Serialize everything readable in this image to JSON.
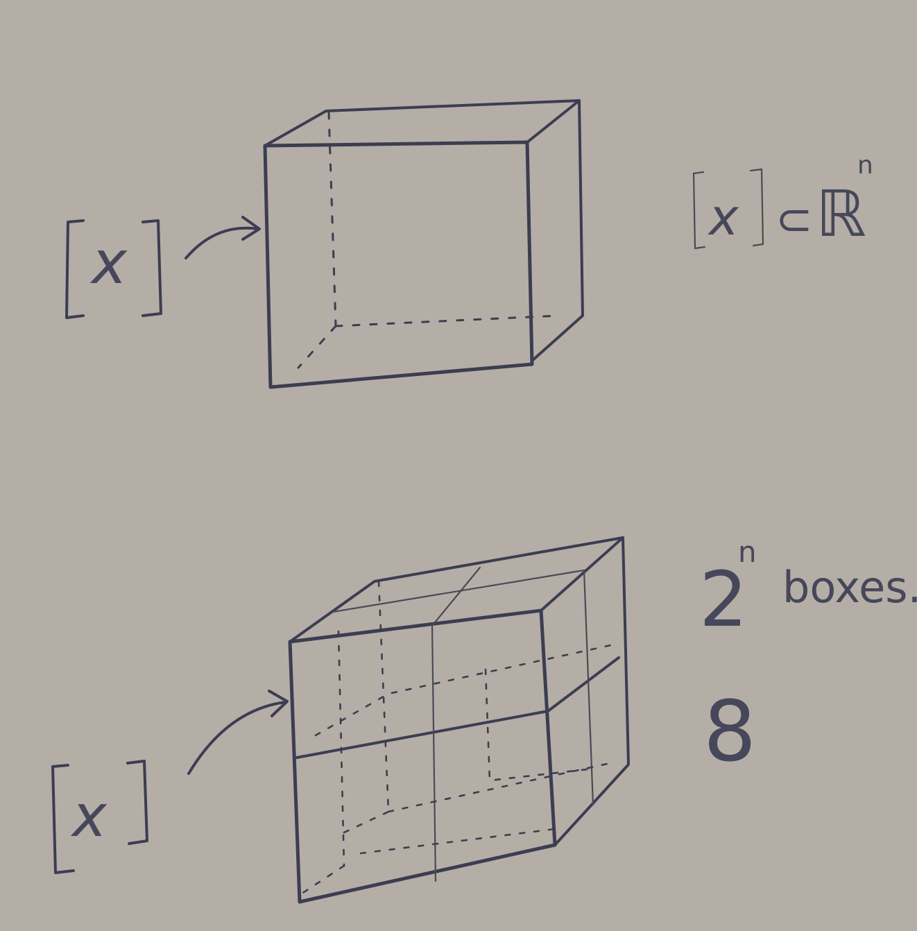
{
  "top": {
    "label_left": "x",
    "formula_var": "x",
    "formula_rel": "⊂",
    "formula_set": "ℝ",
    "formula_exp": "n"
  },
  "bottom": {
    "label_left": "x",
    "count_base": "2",
    "count_exp": "n",
    "count_word": "boxes.",
    "example_value": "8"
  },
  "colors": {
    "board": "#b4aea6",
    "ink": "#3c3d52"
  }
}
